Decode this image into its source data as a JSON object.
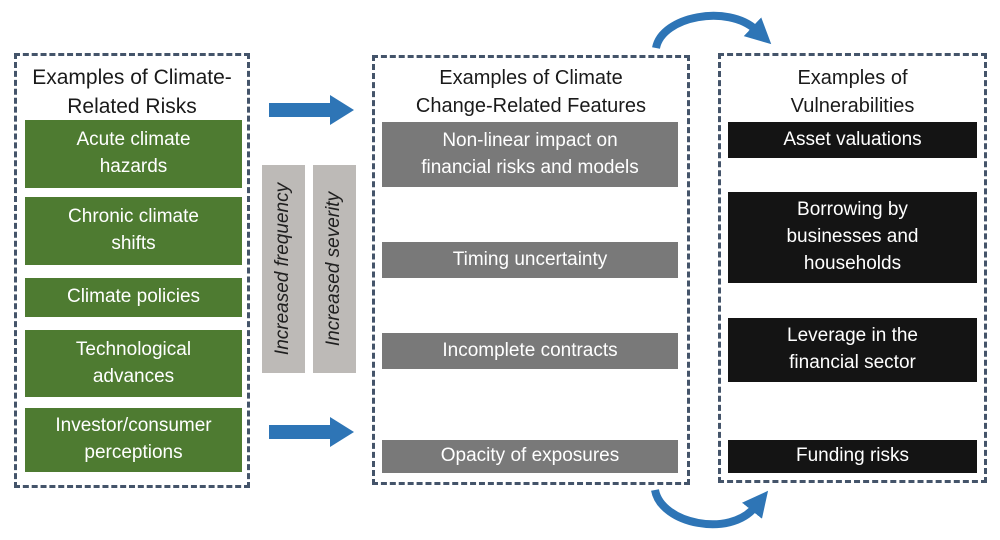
{
  "colors": {
    "risk_green": "#4E7B31",
    "feature_gray": "#797979",
    "vulnerability_black": "#141414",
    "arrow_blue": "#2E75B6",
    "bar_gray": "#BDBAB7",
    "border_navy": "#44546A"
  },
  "left_panel": {
    "title": "Examples of Climate-\nRelated Risks",
    "items": [
      "Acute climate\nhazards",
      "Chronic climate\nshifts",
      "Climate policies",
      "Technological\nadvances",
      "Investor/consumer\nperceptions"
    ]
  },
  "connectors": {
    "increased_frequency_label": "Increased frequency",
    "increased_severity_label": "Increased severity"
  },
  "middle_panel": {
    "title": "Examples of Climate\nChange-Related Features",
    "items": [
      "Non-linear impact on\nfinancial risks and models",
      "Timing uncertainty",
      "Incomplete contracts",
      "Opacity of exposures"
    ]
  },
  "right_panel": {
    "title": "Examples of\nVulnerabilities",
    "items": [
      "Asset valuations",
      "Borrowing by\nbusinesses and\nhouseholds",
      "Leverage in the\nfinancial sector",
      "Funding risks"
    ]
  }
}
